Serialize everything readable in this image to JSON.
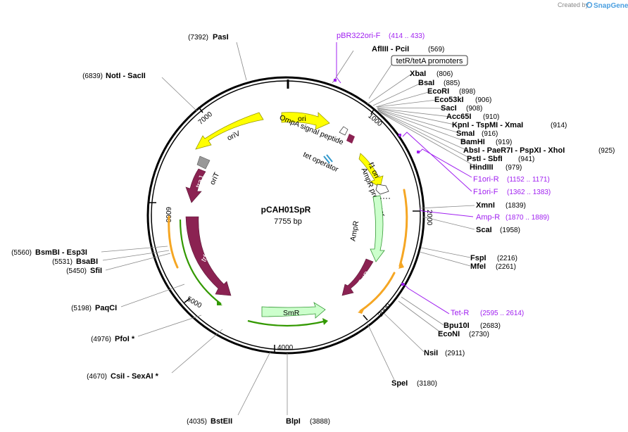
{
  "credit": {
    "prefix": "Created by",
    "brand": "SnapGene"
  },
  "plasmid": {
    "name": "pCAH01SpR",
    "size": "7755 bp"
  },
  "ticks": [
    "1000",
    "2000",
    "3000",
    "4000",
    "5000",
    "6000",
    "7000"
  ],
  "sites": [
    {
      "name": "PasI",
      "pos": "(7392)"
    },
    {
      "name": "NotI - SacII",
      "pos": "(6839)"
    },
    {
      "name": "AflIII - PciI",
      "pos": "(569)"
    },
    {
      "name": "XbaI",
      "pos": "(806)"
    },
    {
      "name": "BsaI",
      "pos": "(885)"
    },
    {
      "name": "EcoRI",
      "pos": "(898)"
    },
    {
      "name": "Eco53kI",
      "pos": "(906)"
    },
    {
      "name": "SacI",
      "pos": "(908)"
    },
    {
      "name": "Acc65I",
      "pos": "(910)"
    },
    {
      "name": "KpnI - TspMI - XmaI",
      "pos": "(914)"
    },
    {
      "name": "SmaI",
      "pos": "(916)"
    },
    {
      "name": "BamHI",
      "pos": "(919)"
    },
    {
      "name": "AbsI - PaeR7I - PspXI - XhoI",
      "pos": "(925)"
    },
    {
      "name": "PstI - SbfI",
      "pos": "(941)"
    },
    {
      "name": "HindIII",
      "pos": "(979)"
    },
    {
      "name": "XmnI",
      "pos": "(1839)"
    },
    {
      "name": "ScaI",
      "pos": "(1958)"
    },
    {
      "name": "FspI",
      "pos": "(2216)"
    },
    {
      "name": "MfeI",
      "pos": "(2261)"
    },
    {
      "name": "Bpu10I",
      "pos": "(2683)"
    },
    {
      "name": "EcoNI",
      "pos": "(2730)"
    },
    {
      "name": "NsiI",
      "pos": "(2911)"
    },
    {
      "name": "SpeI",
      "pos": "(3180)"
    },
    {
      "name": "BlpI",
      "pos": "(3888)"
    },
    {
      "name": "BstEII",
      "pos": "(4035)"
    },
    {
      "name": "CsiI - SexAI *",
      "pos": "(4670)"
    },
    {
      "name": "PfoI *",
      "pos": "(4976)"
    },
    {
      "name": "PaqCI",
      "pos": "(5198)"
    },
    {
      "name": "SfiI",
      "pos": "(5450)"
    },
    {
      "name": "BsaBI",
      "pos": "(5531)"
    },
    {
      "name": "BsmBI - Esp3I",
      "pos": "(5560)"
    }
  ],
  "primers": [
    {
      "name": "pBR322ori-F",
      "range": "(414 .. 433)"
    },
    {
      "name": "F1ori-R",
      "range": "(1152 .. 1171)"
    },
    {
      "name": "F1ori-F",
      "range": "(1362 .. 1383)"
    },
    {
      "name": "Amp-R",
      "range": "(1870 .. 1889)"
    },
    {
      "name": "Tet-R",
      "range": "(2595 .. 2614)"
    }
  ],
  "features": {
    "ori": "ori",
    "oriV": "oriV",
    "oriT": "oriT",
    "traJ": "traJ",
    "trfA": "trfA",
    "SmR": "SmR",
    "f1ori": "f1 ori",
    "AmpR_promoter": "AmpR promoter",
    "AmpR": "AmpR",
    "TetR": "TetR",
    "OmpA": "OmpA signal peptide",
    "tet_operator": "tet operator",
    "tetR_promoters": "tetR/tetA promoters"
  },
  "colors": {
    "ori": "#ffff00",
    "gene_dark": "#8b2252",
    "ampr": "#ccffcc",
    "orit": "#999999",
    "primer": "#a020f0",
    "orange_overlay": "#f5a623",
    "green_overlay": "#339900"
  }
}
